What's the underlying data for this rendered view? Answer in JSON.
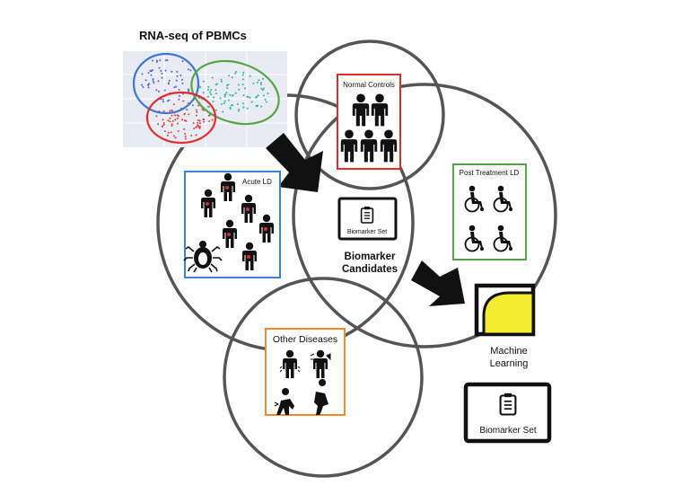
{
  "scatter": {
    "title": "RNA-seq of PBMCs"
  },
  "groups": {
    "normal": {
      "label": "Normal Controls",
      "color": "#d9302c"
    },
    "acute": {
      "label": "Acute LD",
      "color": "#3a86d4"
    },
    "post": {
      "label": "Post Treatment LD",
      "color": "#55a544"
    },
    "other": {
      "label": "Other Diseases",
      "color": "#f08a2a"
    }
  },
  "center": {
    "biomarker_set_label": "Biomarker Set",
    "candidates_line1": "Biomarker",
    "candidates_line2": "Candidates"
  },
  "ml": {
    "line1": "Machine",
    "line2": "Learning",
    "accent": "#f5ec2f"
  },
  "output": {
    "biomarker_set_label": "Biomarker Set"
  },
  "colors": {
    "circle": "#555555",
    "figure": "#111111",
    "scatter_bg": "#e8eaf4",
    "blue_points": "#4c63d6",
    "teal_points": "#29b79a",
    "red_points": "#e0413a"
  }
}
